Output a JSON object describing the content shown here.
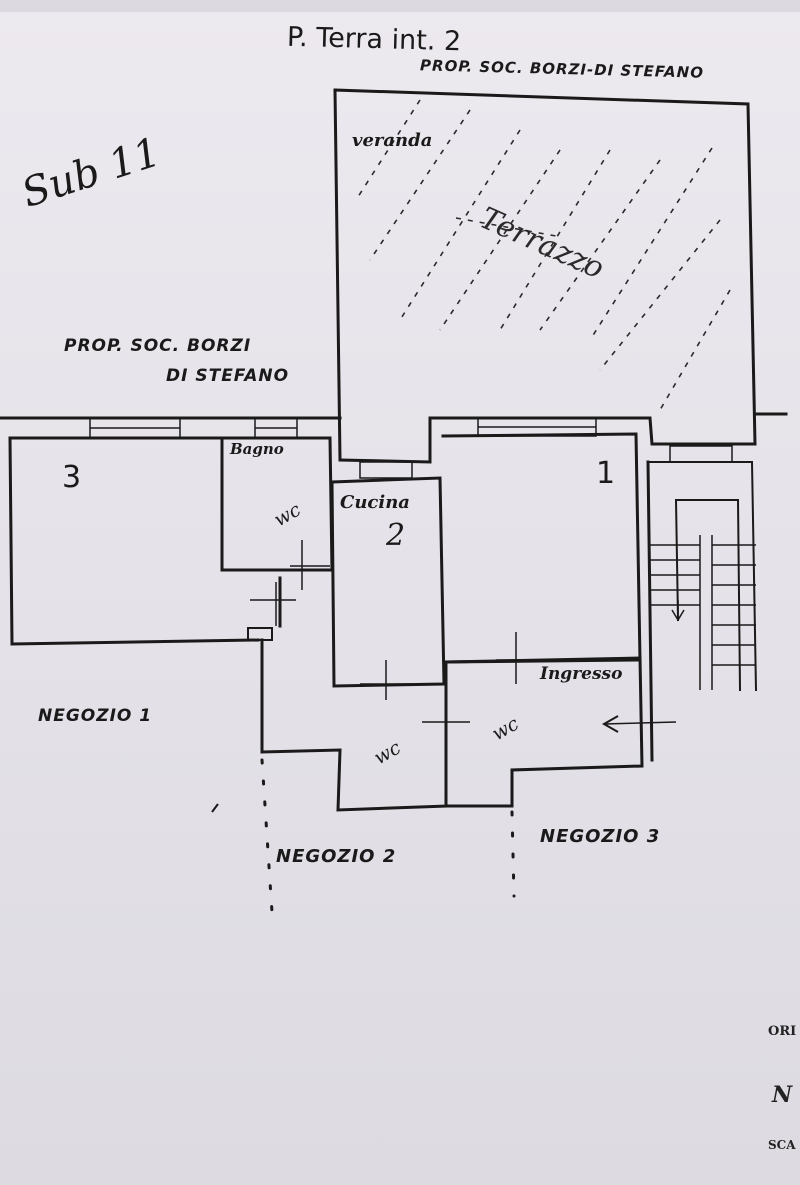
{
  "header": {
    "floor_title": "P. Terra int. 2",
    "owner_top": "PROP. SOC. BORZI-DI STEFANO",
    "sub_label": "Sub 11"
  },
  "owner_left": {
    "line1": "PROP. SOC. BORZI",
    "line2": "DI STEFANO"
  },
  "rooms": {
    "veranda": "veranda",
    "terrace_note": "Terrazzo",
    "bagno": "Bagno",
    "bagno_wc": "wc",
    "cucina": "Cucina",
    "room_1": "1",
    "room_2": "2",
    "room_3": "3",
    "ingresso": "Ingresso",
    "wc_left": "wc",
    "wc_right": "wc"
  },
  "shops": {
    "negozio_1": "NEGOZIO 1",
    "negozio_2": "NEGOZIO 2",
    "negozio_3": "NEGOZIO 3"
  },
  "edge_labels": {
    "ori": "ORI",
    "n": "N",
    "sca": "SCA"
  },
  "colors": {
    "paper": "#e6e4ea",
    "ink": "#1a1a1a"
  }
}
